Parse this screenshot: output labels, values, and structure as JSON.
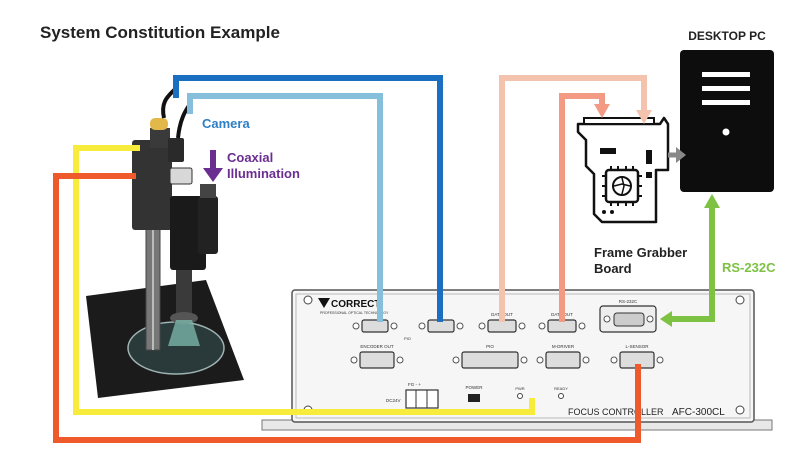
{
  "title": "System Constitution Example",
  "labels": {
    "desktop_pc": "DESKTOP PC",
    "camera": "Camera",
    "coaxial_line1": "Coaxial",
    "coaxial_line2": "Illumination",
    "frame_grabber_line1": "Frame Grabber",
    "frame_grabber_line2": "Board",
    "rs232c": "RS-232C"
  },
  "controller": {
    "brand": "CORRECT",
    "brand_sub": "PROFESSIONAL OPTICAL TECHNOLOGY",
    "model": "AFC-300CL",
    "model_label": "FOCUS CONTROLLER",
    "ports": {
      "data_out_1": "DATA OUT",
      "data_out_2": "DATA OUT",
      "rs232c": "RS-232C",
      "encoder_out": "ENCODER OUT",
      "pio": "PIO",
      "m_driver": "M-DRIVER",
      "l_sensor": "L-SENSOR",
      "dc24v": "DC24V",
      "power": "POWER",
      "pwr": "PWR",
      "ready": "READY",
      "fg": "FG  -  +",
      "pio_small": "PIO"
    }
  },
  "colors": {
    "camera_cable_dark": "#1a6fc0",
    "camera_cable_light": "#86bfdc",
    "data_cable_1": "#f4c3ad",
    "data_cable_2": "#f39a84",
    "rs232c_cable": "#7dc242",
    "yellow_cable": "#f7ec3c",
    "orange_cable": "#ee5a2c",
    "camera_text": "#2f7fc6",
    "coaxial_text": "#6a2e91",
    "rs232c_text": "#7dc242"
  }
}
